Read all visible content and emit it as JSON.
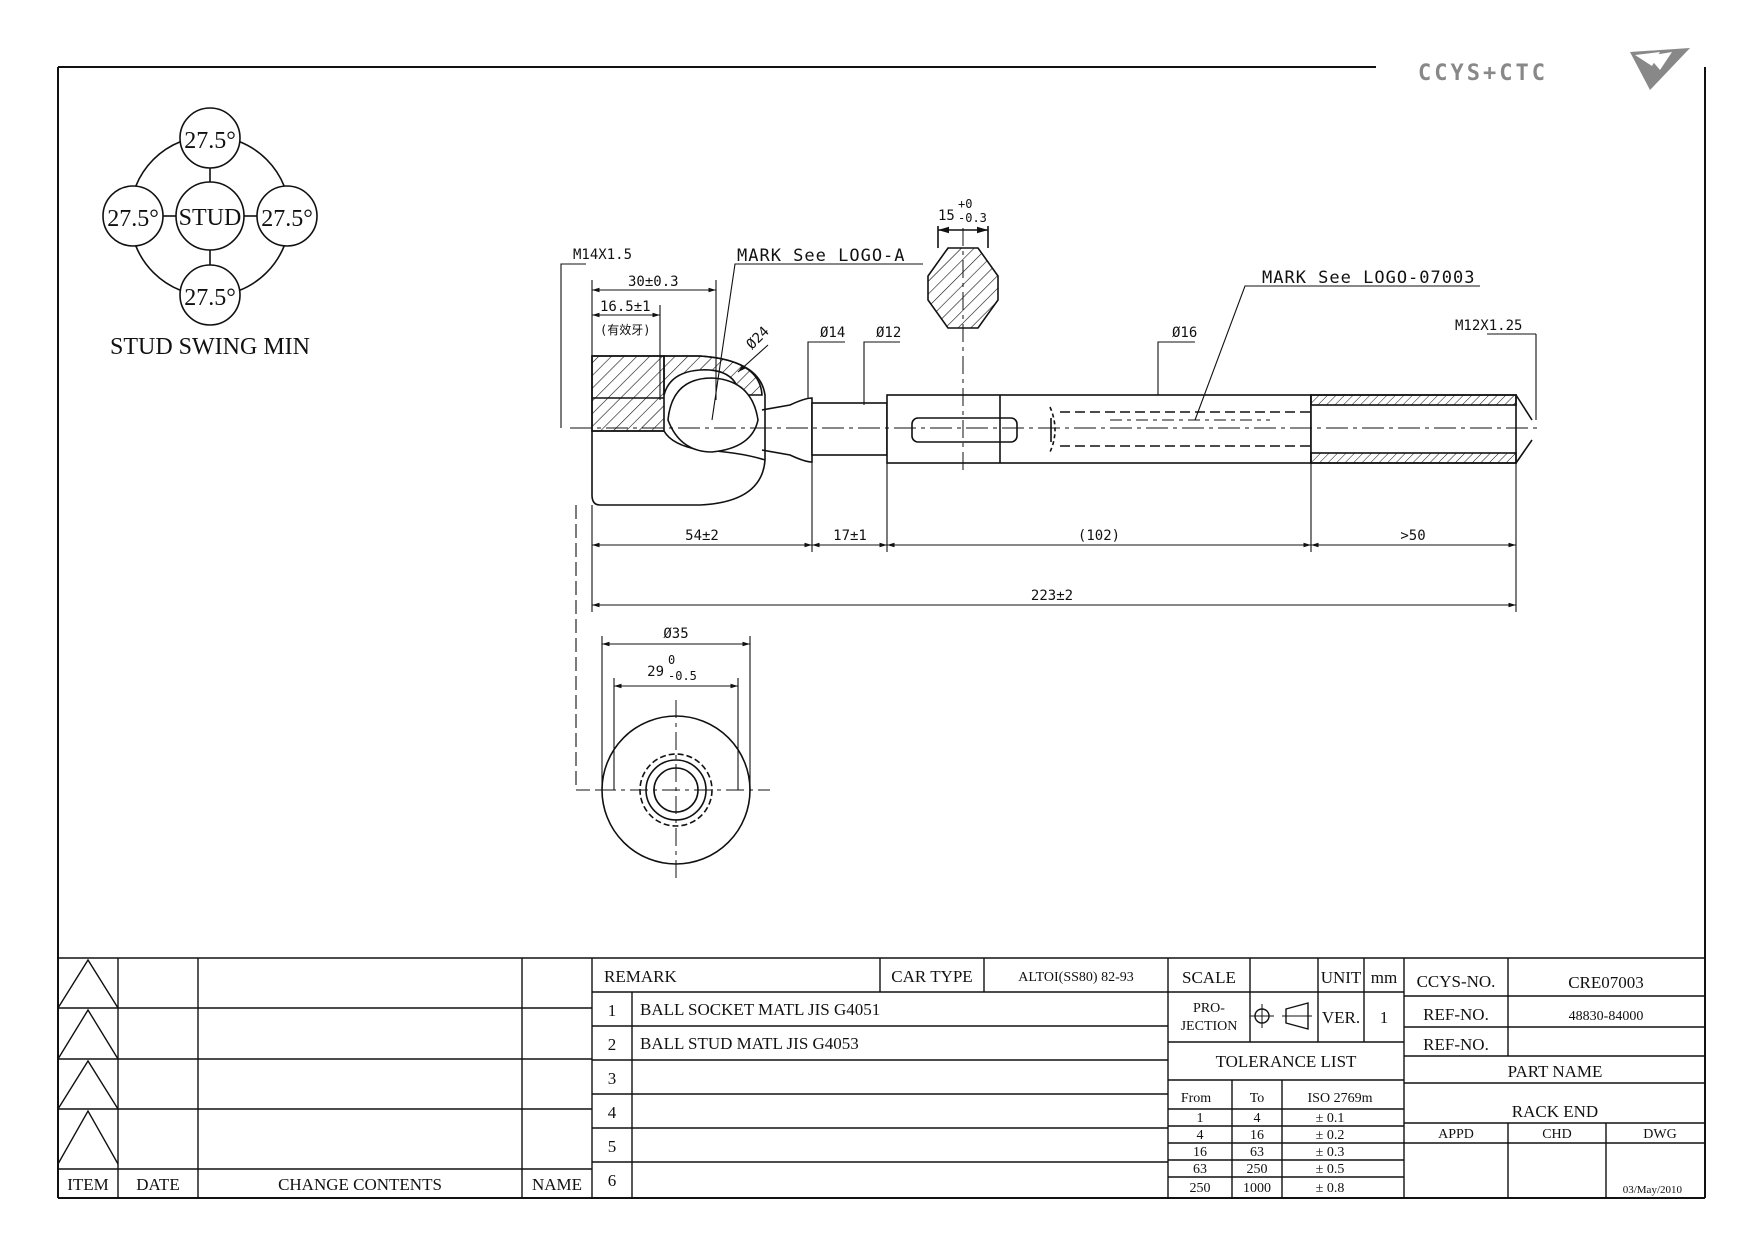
{
  "logo": {
    "text": "CCYS+CTC",
    "icon": "bird-logo-icon"
  },
  "swing": {
    "values": [
      "27.5°",
      "27.5°",
      "27.5°",
      "27.5°"
    ],
    "center": "STUD",
    "caption": "STUD SWING MIN"
  },
  "callouts": {
    "thread_left": "M14X1.5",
    "dim_30": "30±0.3",
    "dim_165": "16.5±1",
    "dim_165_note": "(有效牙)",
    "mark_logo_a": "MARK See LOGO-A",
    "mark_logo_num": "MARK See LOGO-07003",
    "dia24": "Ø24",
    "hex_nominal": "15",
    "hex_tol_upper": "+0",
    "hex_tol_lower": "-0.3",
    "dia14": "Ø14",
    "dia12": "Ø12",
    "dia16": "Ø16",
    "thread_right": "M12X1.25",
    "len_54": "54±2",
    "len_17": "17±1",
    "len_102": "(102)",
    "len_50": ">50",
    "len_total": "223±2",
    "dia35": "Ø35",
    "dia29_nominal": "29",
    "dia29_tol_upper": "0",
    "dia29_tol_lower": "-0.5"
  },
  "revision": {
    "headers": [
      "ITEM",
      "DATE",
      "CHANGE CONTENTS",
      "NAME"
    ]
  },
  "remarks": {
    "header": "REMARK",
    "car_type_label": "CAR TYPE",
    "car_type_value": "ALTOI(SS80) 82-93",
    "rows": [
      {
        "no": "1",
        "text": "BALL SOCKET MATL JIS G4051"
      },
      {
        "no": "2",
        "text": "BALL STUD MATL JIS G4053"
      },
      {
        "no": "3",
        "text": ""
      },
      {
        "no": "4",
        "text": ""
      },
      {
        "no": "5",
        "text": ""
      },
      {
        "no": "6",
        "text": ""
      }
    ]
  },
  "title_block": {
    "scale_label": "SCALE",
    "unit_label": "UNIT",
    "unit_value": "mm",
    "projection_label_1": "PRO-",
    "projection_label_2": "JECTION",
    "ver_label": "VER.",
    "ver_value": "1",
    "tolerance_title": "TOLERANCE LIST",
    "tolerance_headers": [
      "From",
      "To",
      "ISO 2769m"
    ],
    "tolerance_rows": [
      [
        "1",
        "4",
        "± 0.1"
      ],
      [
        "4",
        "16",
        "± 0.2"
      ],
      [
        "16",
        "63",
        "± 0.3"
      ],
      [
        "63",
        "250",
        "± 0.5"
      ],
      [
        "250",
        "1000",
        "± 0.8"
      ]
    ],
    "ccys_label": "CCYS-NO.",
    "ccys_value": "CRE07003",
    "ref_label_1": "REF-NO.",
    "ref_value_1": "48830-84000",
    "ref_label_2": "REF-NO.",
    "ref_value_2": "",
    "part_name_label": "PART NAME",
    "part_name_value": "RACK END",
    "appd_label": "APPD",
    "chd_label": "CHD",
    "dwg_label": "DWG",
    "date": "03/May/2010"
  }
}
